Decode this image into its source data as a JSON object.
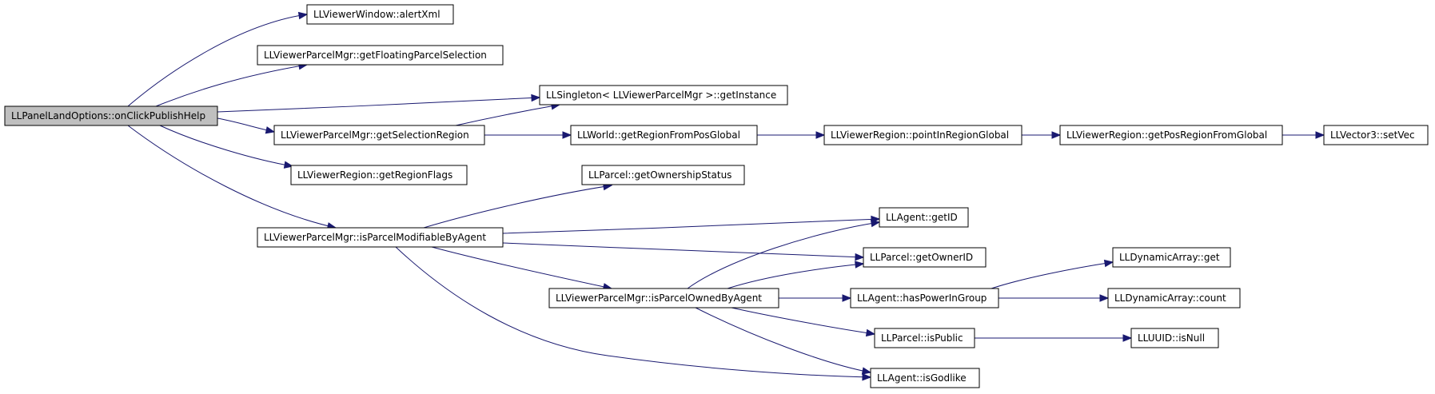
{
  "colors": {
    "edge": "#191970",
    "root_fill": "#bfbfbf",
    "node_fill": "#ffffff",
    "node_border": "#000000"
  },
  "nodes": [
    {
      "id": "n0",
      "label": "LLPanelLandOptions::onClickPublishHelp",
      "root": true
    },
    {
      "id": "n1",
      "label": "LLViewerWindow::alertXml"
    },
    {
      "id": "n2",
      "label": "LLViewerParcelMgr::getFloatingParcelSelection"
    },
    {
      "id": "n3",
      "label": "LLSingleton< LLViewerParcelMgr >::getInstance"
    },
    {
      "id": "n4",
      "label": "LLViewerParcelMgr::getSelectionRegion"
    },
    {
      "id": "n5",
      "label": "LLWorld::getRegionFromPosGlobal"
    },
    {
      "id": "n6",
      "label": "LLViewerRegion::pointInRegionGlobal"
    },
    {
      "id": "n7",
      "label": "LLViewerRegion::getPosRegionFromGlobal"
    },
    {
      "id": "n8",
      "label": "LLVector3::setVec"
    },
    {
      "id": "n9",
      "label": "LLViewerRegion::getRegionFlags"
    },
    {
      "id": "n10",
      "label": "LLParcel::getOwnershipStatus"
    },
    {
      "id": "n11",
      "label": "LLViewerParcelMgr::isParcelModifiableByAgent"
    },
    {
      "id": "n12",
      "label": "LLAgent::getID"
    },
    {
      "id": "n13",
      "label": "LLParcel::getOwnerID"
    },
    {
      "id": "n14",
      "label": "LLDynamicArray::get"
    },
    {
      "id": "n15",
      "label": "LLViewerParcelMgr::isParcelOwnedByAgent"
    },
    {
      "id": "n16",
      "label": "LLAgent::hasPowerInGroup"
    },
    {
      "id": "n17",
      "label": "LLDynamicArray::count"
    },
    {
      "id": "n18",
      "label": "LLParcel::isPublic"
    },
    {
      "id": "n19",
      "label": "LLUUID::isNull"
    },
    {
      "id": "n20",
      "label": "LLAgent::isGodlike"
    }
  ],
  "edges": [
    {
      "from": "n0",
      "to": "n1"
    },
    {
      "from": "n0",
      "to": "n2"
    },
    {
      "from": "n0",
      "to": "n3"
    },
    {
      "from": "n0",
      "to": "n4"
    },
    {
      "from": "n0",
      "to": "n9"
    },
    {
      "from": "n0",
      "to": "n11"
    },
    {
      "from": "n4",
      "to": "n3"
    },
    {
      "from": "n4",
      "to": "n5"
    },
    {
      "from": "n5",
      "to": "n6"
    },
    {
      "from": "n6",
      "to": "n7"
    },
    {
      "from": "n7",
      "to": "n8"
    },
    {
      "from": "n11",
      "to": "n10"
    },
    {
      "from": "n11",
      "to": "n12"
    },
    {
      "from": "n11",
      "to": "n13"
    },
    {
      "from": "n11",
      "to": "n15"
    },
    {
      "from": "n11",
      "to": "n20"
    },
    {
      "from": "n15",
      "to": "n12"
    },
    {
      "from": "n15",
      "to": "n13"
    },
    {
      "from": "n15",
      "to": "n16"
    },
    {
      "from": "n15",
      "to": "n18"
    },
    {
      "from": "n15",
      "to": "n20"
    },
    {
      "from": "n16",
      "to": "n14"
    },
    {
      "from": "n16",
      "to": "n17"
    },
    {
      "from": "n18",
      "to": "n19"
    }
  ]
}
